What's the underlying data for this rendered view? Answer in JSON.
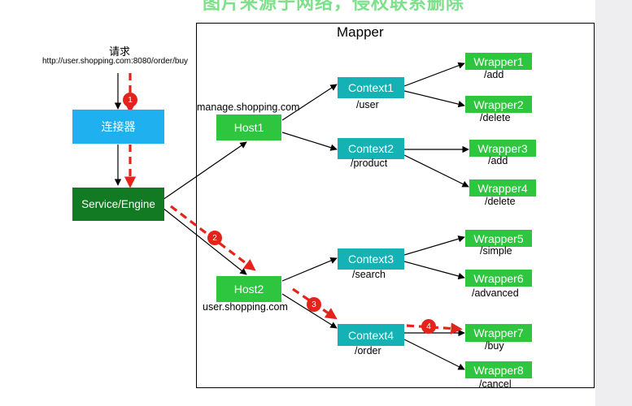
{
  "header": {
    "title": "图片来源于网络，侵权联系删除"
  },
  "request": {
    "label": "请求",
    "url": "http://user.shopping.com:8080/order/buy"
  },
  "connector": {
    "label": "连接器"
  },
  "engine": {
    "label": "Service/Engine"
  },
  "mapper": {
    "title": "Mapper"
  },
  "hosts": [
    {
      "label": "Host1",
      "domain": "manage.shopping.com"
    },
    {
      "label": "Host2",
      "domain": "user.shopping.com"
    }
  ],
  "contexts": [
    {
      "label": "Context1",
      "path": "/user"
    },
    {
      "label": "Context2",
      "path": "/product"
    },
    {
      "label": "Context3",
      "path": "/search"
    },
    {
      "label": "Context4",
      "path": "/order"
    }
  ],
  "wrappers": [
    {
      "label": "Wrapper1",
      "path": "/add"
    },
    {
      "label": "Wrapper2",
      "path": "/delete"
    },
    {
      "label": "Wrapper3",
      "path": "/add"
    },
    {
      "label": "Wrapper4",
      "path": "/delete"
    },
    {
      "label": "Wrapper5",
      "path": "/simple"
    },
    {
      "label": "Wrapper6",
      "path": "/advanced"
    },
    {
      "label": "Wrapper7",
      "path": "/buy"
    },
    {
      "label": "Wrapper8",
      "path": "/cancel"
    }
  ],
  "steps": [
    "1",
    "2",
    "3",
    "4"
  ],
  "colors": {
    "connector": "#1fb0f0",
    "engine": "#127a22",
    "host": "#2ec53f",
    "context": "#14b2b5",
    "wrapper": "#2ec53f",
    "route": "#e4241b"
  }
}
